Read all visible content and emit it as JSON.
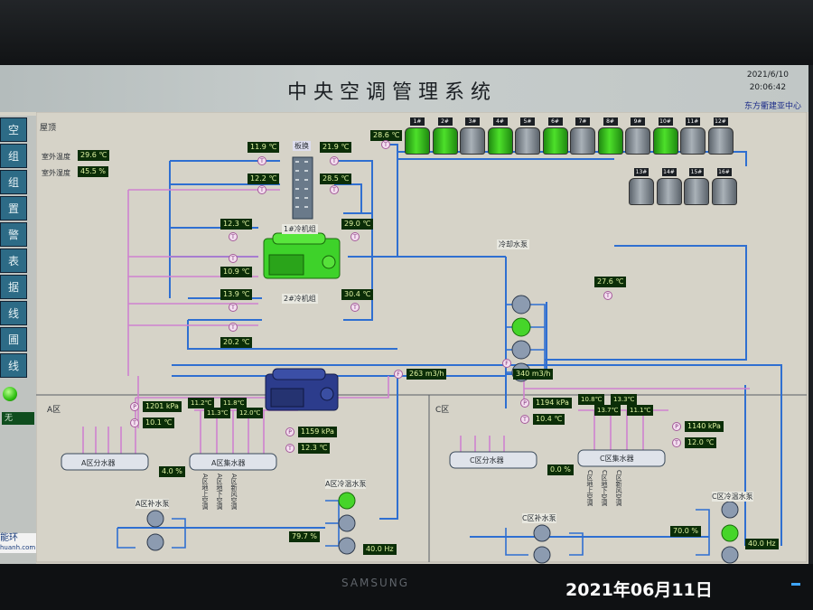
{
  "title": "中央空调管理系统",
  "date": "2021/6/10",
  "time": "20:06:42",
  "org": "东方衢建亚中心",
  "section_roof": "屋顶",
  "sidebar": [
    {
      "label": "空"
    },
    {
      "label": "组"
    },
    {
      "label": "组"
    },
    {
      "label": "置"
    },
    {
      "label": "警"
    },
    {
      "label": "表"
    },
    {
      "label": "据"
    },
    {
      "label": "线"
    },
    {
      "label": "圃"
    },
    {
      "label": "线"
    }
  ],
  "sidebar_status": "无",
  "sidebar_logo_1": "能环",
  "sidebar_logo_2": "huanh.com",
  "outdoor": {
    "temp_label": "室外温度",
    "temp": "29.6 ℃",
    "hum_label": "室外湿度",
    "hum": "45.5 %"
  },
  "exchanger_label": "板换",
  "readings": {
    "r1": "11.9 ℃",
    "r2": "21.9 ℃",
    "r3": "12.2 ℃",
    "r4": "28.5 ℃",
    "r5": "28.6 ℃",
    "ch1_in": "12.3 ℃",
    "ch1_out": "29.0 ℃",
    "ch1_low": "10.9 ℃",
    "ch2_in": "13.9 ℃",
    "ch2_out": "30.4 ℃",
    "ch2_low": "20.2 ℃",
    "header": "27.6 ℃",
    "flow_a": "263 m3/h",
    "flow_c": "340 m3/h"
  },
  "chiller1": "1#冷机组",
  "chiller2": "2#冷机组",
  "cooling_pump": "冷却水泵",
  "towers_top": [
    {
      "label": "1#",
      "state": "on"
    },
    {
      "label": "2#",
      "state": "on"
    },
    {
      "label": "3#",
      "state": "off"
    },
    {
      "label": "4#",
      "state": "on"
    },
    {
      "label": "5#",
      "state": "off"
    },
    {
      "label": "6#",
      "state": "on"
    },
    {
      "label": "7#",
      "state": "off"
    },
    {
      "label": "8#",
      "state": "on"
    },
    {
      "label": "9#",
      "state": "off"
    },
    {
      "label": "10#",
      "state": "on"
    },
    {
      "label": "11#",
      "state": "off"
    },
    {
      "label": "12#",
      "state": "off"
    }
  ],
  "towers_bottom": [
    {
      "label": "13#",
      "state": "off"
    },
    {
      "label": "14#",
      "state": "off"
    },
    {
      "label": "15#",
      "state": "off"
    },
    {
      "label": "16#",
      "state": "off"
    }
  ],
  "zone_a": {
    "label": "A区",
    "pressure1": "1201 kPa",
    "temp1": "10.1 ℃",
    "t_a": "11.2℃",
    "t_b": "11.8℃",
    "t_c": "11.3℃",
    "t_d": "12.0℃",
    "pressure2": "1159 kPa",
    "temp2": "12.3 ℃",
    "supply": "A区分水器",
    "return": "A区集水器",
    "valve": "4.0 %",
    "makeup_pump": "A区补水泵",
    "secondary_pump": "A区冷温水泵",
    "valve2": "79.7 %",
    "freq": "40.0 Hz",
    "branches": [
      "A区地上空调",
      "A区地下空调",
      "A区新风空调"
    ]
  },
  "zone_c": {
    "label": "C区",
    "pressure1": "1194 kPa",
    "temp1": "10.4 ℃",
    "t_a": "10.8℃",
    "t_b": "13.3℃",
    "t_c": "13.7℃",
    "t_d": "11.1℃",
    "pressure2": "1140 kPa",
    "temp2": "12.0 ℃",
    "supply": "C区分水器",
    "return": "C区集水器",
    "valve": "0.0 %",
    "makeup_pump": "C区补水泵",
    "secondary_pump": "C区冷温水泵",
    "valve2": "70.0 %",
    "freq": "40.0 Hz",
    "branches": [
      "C区地上空调",
      "C区地下空调",
      "C区新风空调"
    ]
  },
  "monitor_brand": "SAMSUNG",
  "photo_date": "2021年06月11日",
  "colors": {
    "cold": "#2f6fd1",
    "warm": "#d07fd0",
    "pipe_dark": "#1b4f8c",
    "tower_on": "#4de02a",
    "tower_off": "#a9b1b8"
  }
}
